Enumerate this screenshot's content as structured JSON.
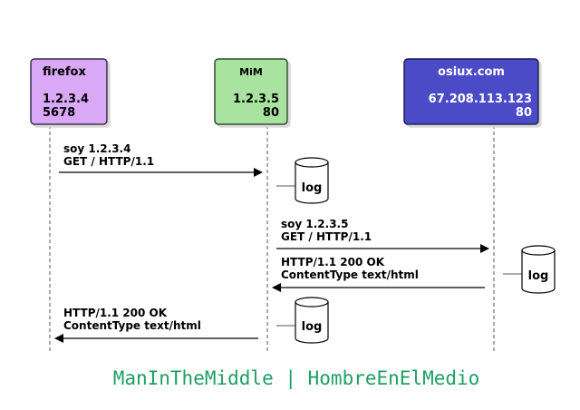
{
  "actors": {
    "client": {
      "name": "firefox",
      "ip": "1.2.3.4",
      "port": "5678",
      "fill": "#d9a8f7",
      "stroke": "#3b2a4a"
    },
    "proxy": {
      "name": "MiM",
      "ip": "1.2.3.5",
      "port": "80",
      "fill": "#a9e3a0",
      "stroke": "#2d4a2b"
    },
    "server": {
      "name": "osiux.com",
      "ip": "67.208.113.123",
      "port": "80",
      "fill": "#4b4bc8",
      "stroke": "#1a1a50"
    }
  },
  "messages": {
    "m1": {
      "line1": "soy 1.2.3.4",
      "line2": "GET / HTTP/1.1"
    },
    "m2": {
      "line1": "soy 1.2.3.5",
      "line2": "GET / HTTP/1.1"
    },
    "m3": {
      "line1": "HTTP/1.1 200 OK",
      "line2": "ContentType text/html"
    },
    "m4": {
      "line1": "HTTP/1.1 200 OK",
      "line2": "ContentType text/html"
    }
  },
  "logs": {
    "log1": "log",
    "log2": "log",
    "log3": "log"
  },
  "caption": "ManInTheMiddle | HombreEnElMedio",
  "colors": {
    "caption": "#1e9e64",
    "background": "#ffffff",
    "lifeline": "#555555"
  }
}
